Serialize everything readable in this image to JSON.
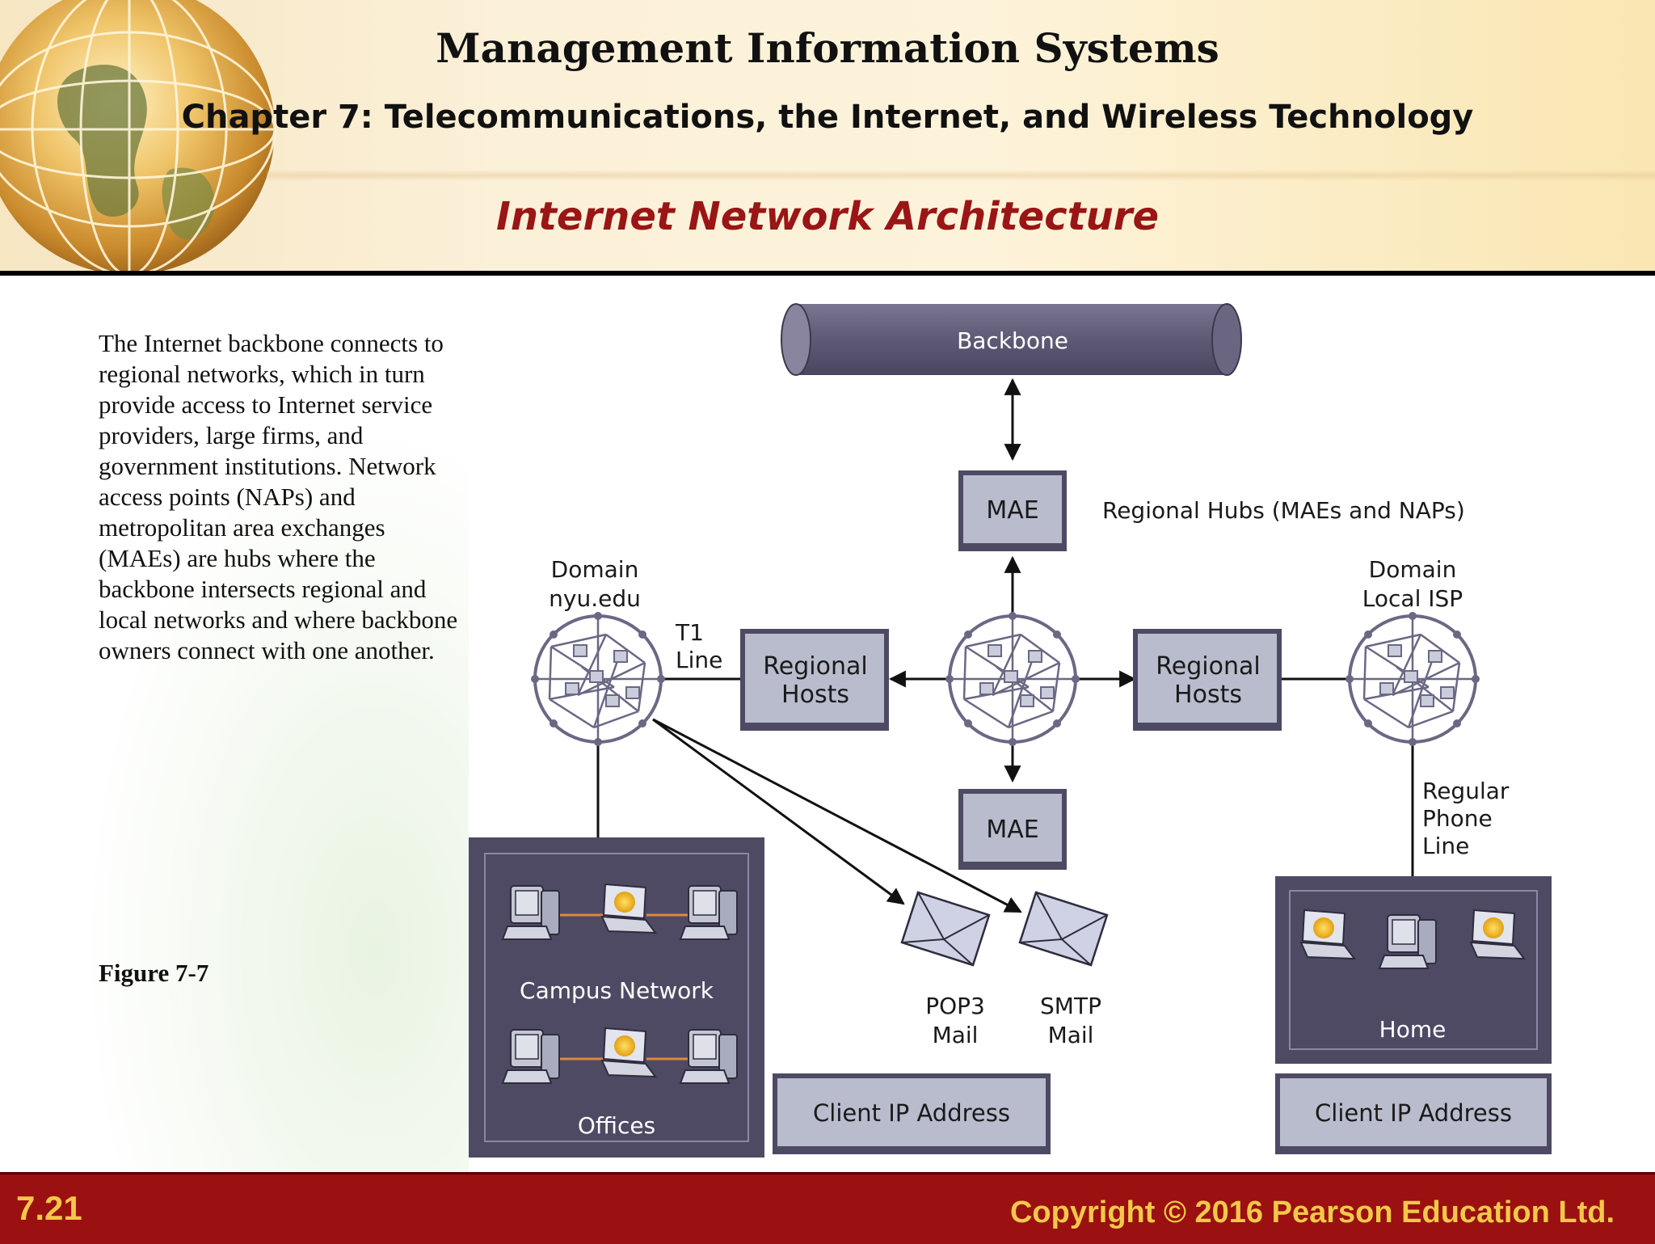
{
  "header": {
    "course_title": "Management Information Systems",
    "chapter_title": "Chapter 7: Telecommunications, the Internet, and Wireless Technology",
    "slide_title": "Internet Network Architecture"
  },
  "body": {
    "paragraph": "The Internet backbone connects to regional networks, which in turn provide access to Internet service providers, large firms, and government institutions. Network access points (NAPs) and metropolitan area exchanges (MAEs) are hubs where the backbone intersects regional and local networks and where backbone owners connect with one another.",
    "figure_label": "Figure 7-7"
  },
  "diagram": {
    "backbone": "Backbone",
    "mae_top": "MAE",
    "mae_bottom": "MAE",
    "regional_hubs": "Regional Hubs (MAEs and NAPs)",
    "domain_left_1": "Domain",
    "domain_left_2": "nyu.edu",
    "domain_right_1": "Domain",
    "domain_right_2": "Local ISP",
    "t1_1": "T1",
    "t1_2": "Line",
    "regional_hosts_1": "Regional",
    "regional_hosts_2": "Hosts",
    "phone_1": "Regular",
    "phone_2": "Phone",
    "phone_3": "Line",
    "campus_network": "Campus Network",
    "offices": "Offices",
    "home": "Home",
    "pop3_1": "POP3",
    "pop3_2": "Mail",
    "smtp_1": "SMTP",
    "smtp_2": "Mail",
    "client_ip": "Client IP Address"
  },
  "footer": {
    "slide_number": "7.21",
    "copyright": "Copyright © 2016 Pearson Education Ltd."
  },
  "colors": {
    "title_red": "#9a1515",
    "footer_red": "#9b1010",
    "footer_text": "#f3c84a",
    "box_face": "#b9bccd",
    "dark_panel": "#4e4a64"
  }
}
